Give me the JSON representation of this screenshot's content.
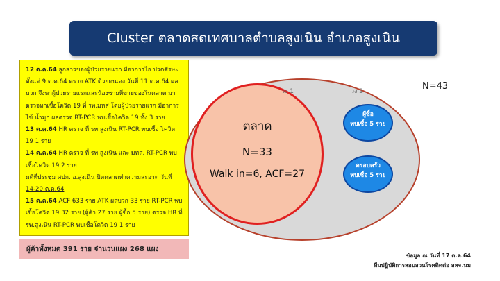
{
  "title": "Cluster ตลาดสดเทศบาลตำบลสูงเนิน อำเภอสูงเนิน",
  "timeline": {
    "p1_date": "12 ต.ค.64",
    "p1_text": " ลูกสาวของผู้ป่วยรายแรก มีอาการไอ ปวดศีรษะ ตั้งแต่ 9 ต.ค.64 ตรวจ ATK ด้วยตนเอง วันที่ 11 ต.ค.64 ผลบวก จึงพาผู้ป่วยรายแรกและน้องชายที่ขายของในตลาด มาตรวจหาเชื้อโควิด 19 ที่ รพ.มหส โดยผู้ป่วยรายแรก มีอาการไข้ น้ำมูก ผลตรวจ RT-PCR พบเชื้อโควิด 19 ทั้ง 3 ราย",
    "p2_date": "13 ต.ค.64",
    "p2_text": " HR ตรวจ ที่ รพ.สูงเนิน RT-PCR พบเชื้อ โควิด 19 1 ราย",
    "p3_date": "14 ต.ค.64",
    "p3_text": " HR ตรวจ ที่ รพ.สูงเนิน และ มทส. RT-PCR พบเชื้อโควิด 19 2 ราย",
    "p4_text": "มติที่ประชุม ศปก. อ.สูงเนิน ปิดตลาดทำความสะอาด วันที่ 14-20 ต.ค.64",
    "p5_date": "15 ต.ค.64",
    "p5_text": " ACF 633 ราย ATK ผลบวก 33 ราย RT-PCR พบเชื้อโควิด 19 32 ราย (ผู้ค้า 27 ราย ผู้ซื้อ 5 ราย) ตรวจ HR ที่ รพ.สูงเนิน RT-PCR พบเชื้อโควิด 19 1 ราย"
  },
  "summary": "ผู้ค้าทั้งหมด 391 ราย จำนวนแผง 268 แผง",
  "diagram": {
    "zone1_label": "วง 1",
    "zone2_label": "วง 2",
    "market_label": "ตลาด",
    "market_n": "N=33",
    "market_detail": "Walk in=6, ACF=27",
    "buyer_title": "ผู้ซื้อ",
    "buyer_count": "พบเชื้อ 5 ราย",
    "family_title": "ครอบครัว",
    "family_count": "พบเชื้อ 5 ราย",
    "total_n": "N=43"
  },
  "source": {
    "line1": "ข้อมูล ณ วันที่ 17 ต.ค.64",
    "line2": "ทีมปฏิบัติการสอบสวนโรคติดต่อ สสจ.นม"
  },
  "colors": {
    "title_bg": "#163a72",
    "timeline_bg": "#ffff00",
    "summary_bg": "#f2b8b8",
    "outer_ellipse": "#d9d9d9",
    "inner_ellipse": "#f8c3a9",
    "inner_border": "#e02020",
    "circle_fill": "#1e88e5"
  }
}
